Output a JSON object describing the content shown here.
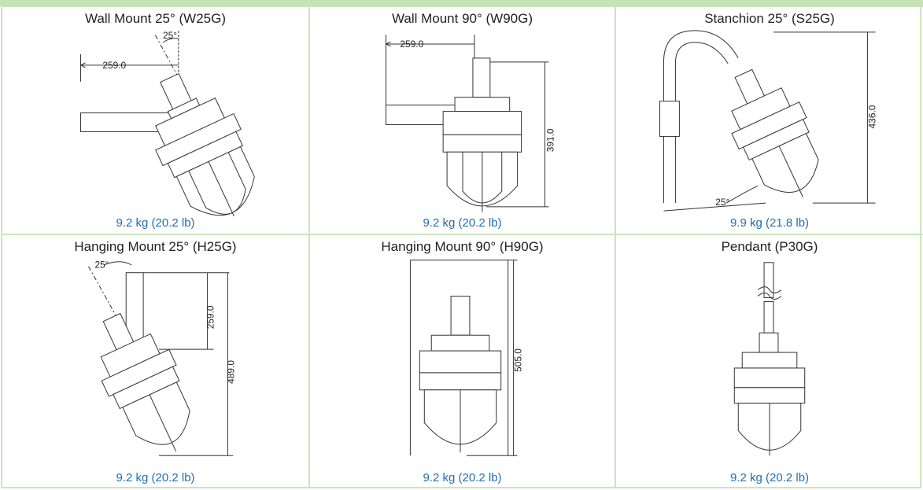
{
  "cells": [
    {
      "title": "Wall Mount 25° (W25G)",
      "weight": "9.2 kg (20.2 lb)",
      "dims": {
        "angle": "25°",
        "length": "259.0"
      }
    },
    {
      "title": "Wall Mount 90° (W90G)",
      "weight": "9.2 kg (20.2 lb)",
      "dims": {
        "length": "259.0",
        "height": "391.0"
      }
    },
    {
      "title": "Stanchion 25° (S25G)",
      "weight": "9.9 kg (21.8 lb)",
      "dims": {
        "height": "436.0",
        "angle": "25°"
      }
    },
    {
      "title": "Hanging Mount 25° (H25G)",
      "weight": "9.2 kg (20.2 lb)",
      "dims": {
        "angle": "25°",
        "length": "259.0",
        "height": "489.0"
      }
    },
    {
      "title": "Hanging Mount 90° (H90G)",
      "weight": "9.2 kg (20.2 lb)",
      "dims": {
        "height": "505.0"
      }
    },
    {
      "title": "Pendant  (P30G)",
      "weight": "9.2 kg (20.2 lb)",
      "dims": {}
    }
  ]
}
